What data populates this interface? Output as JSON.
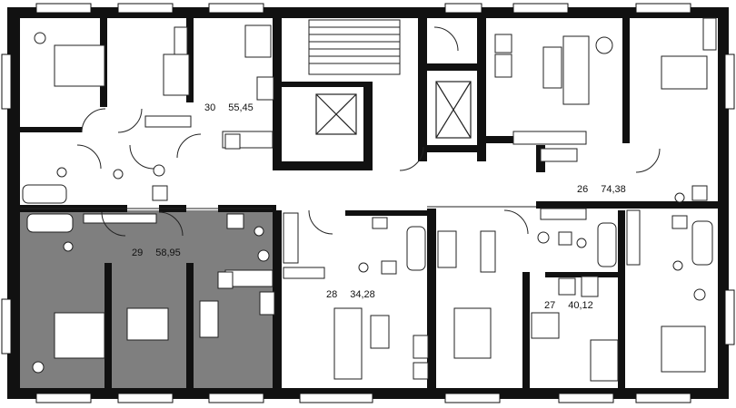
{
  "floor_plan": {
    "apartments": [
      {
        "id": "apt-29",
        "number": "29",
        "area": "58,95",
        "highlighted": true
      },
      {
        "id": "apt-30",
        "number": "30",
        "area": "55,45",
        "highlighted": false
      },
      {
        "id": "apt-26",
        "number": "26",
        "area": "74,38",
        "highlighted": false
      },
      {
        "id": "apt-28",
        "number": "28",
        "area": "34,28",
        "highlighted": false
      },
      {
        "id": "apt-27",
        "number": "27",
        "area": "40,12",
        "highlighted": false
      }
    ],
    "colors": {
      "wall": "#111111",
      "highlight": "#7f7f7f",
      "background": "#ffffff",
      "line": "#222222"
    },
    "icons": [
      "stairs-icon",
      "elevator-icon",
      "bed-icon",
      "sofa-icon",
      "dining-table-icon",
      "stove-icon",
      "sink-icon",
      "bathtub-icon",
      "toilet-icon",
      "washing-machine-icon",
      "wardrobe-icon",
      "fridge-icon"
    ]
  }
}
